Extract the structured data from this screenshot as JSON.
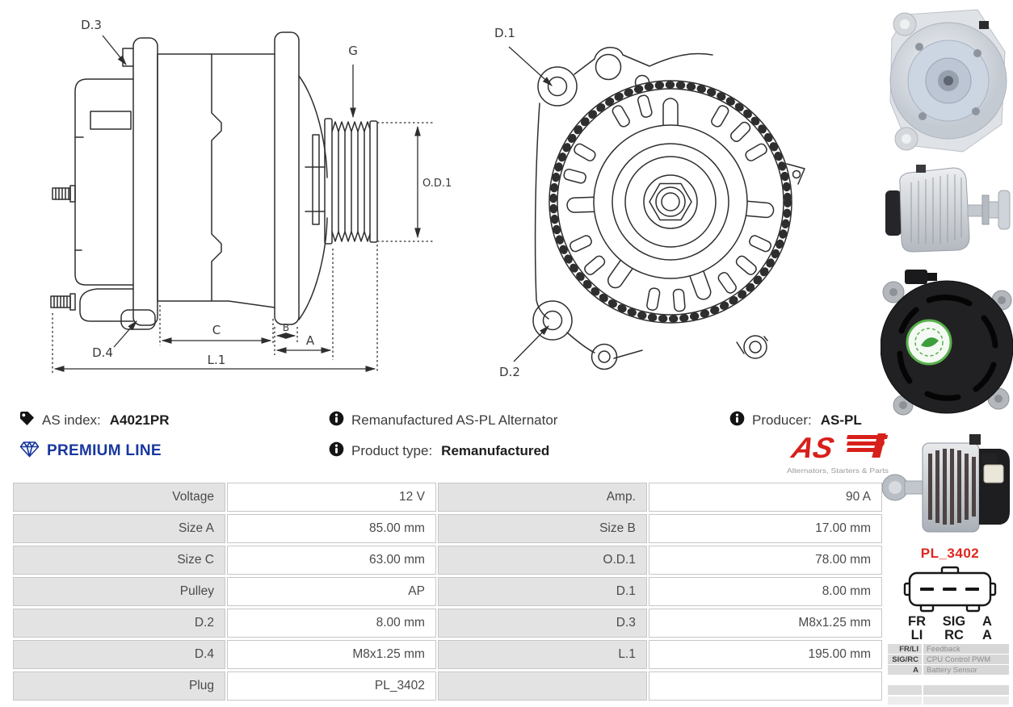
{
  "info": {
    "as_index_label": "AS index:",
    "as_index_value": "A4021PR",
    "premium_line_label": "PREMIUM LINE",
    "description": "Remanufactured AS-PL Alternator",
    "product_type_label": "Product type:",
    "product_type_value": "Remanufactured",
    "producer_label": "Producer:",
    "producer_value": "AS-PL"
  },
  "brand": {
    "logo_text": "AS",
    "tagline": "Alternators, Starters & Parts"
  },
  "colors": {
    "premium_blue": "#18379e",
    "remanufactured_green": "#1e7d2c",
    "brand_red": "#d7201b",
    "plug_red": "#e0261e",
    "table_label_bg": "#e3e3e3",
    "table_border": "#c7c7c7",
    "drawing_stroke": "#2e2e2e"
  },
  "diagram": {
    "side": {
      "d3": "D.3",
      "g": "G",
      "od1": "O.D.1",
      "d4": "D.4",
      "c": "C",
      "b": "B",
      "a": "A",
      "l1": "L.1"
    },
    "front": {
      "d1": "D.1",
      "d2": "D.2"
    }
  },
  "spec_table": {
    "rows": [
      [
        "Voltage",
        "12 V",
        "Amp.",
        "90 A"
      ],
      [
        "Size A",
        "85.00 mm",
        "Size B",
        "17.00 mm"
      ],
      [
        "Size C",
        "63.00 mm",
        "O.D.1",
        "78.00 mm"
      ],
      [
        "Pulley",
        "AP",
        "D.1",
        "8.00 mm"
      ],
      [
        "D.2",
        "8.00 mm",
        "D.3",
        "M8x1.25 mm"
      ],
      [
        "D.4",
        "M8x1.25 mm",
        "L.1",
        "195.00 mm"
      ],
      [
        "Plug",
        "PL_3402",
        "",
        ""
      ]
    ]
  },
  "connector": {
    "title": "PL_3402",
    "pin_rows": [
      [
        "FR",
        "SIG",
        "A"
      ],
      [
        "LI",
        "RC",
        "A"
      ]
    ],
    "legend": [
      {
        "pin": "FR/LI",
        "desc": "Feedback"
      },
      {
        "pin": "SIG/RC",
        "desc": "CPU Control PWM"
      },
      {
        "pin": "A",
        "desc": "Battery Sensor"
      }
    ]
  }
}
